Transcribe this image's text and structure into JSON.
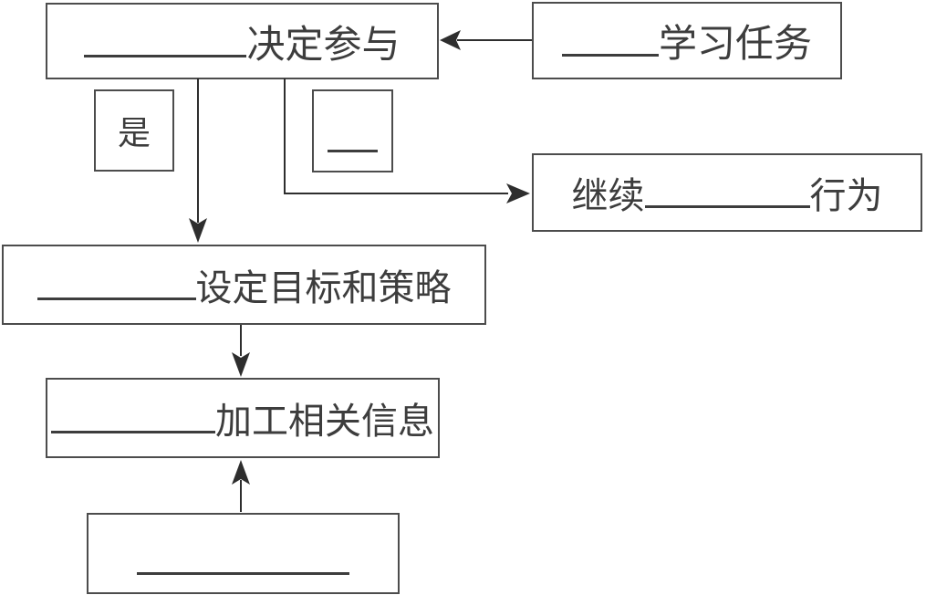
{
  "nodes": {
    "decide": {
      "label": "决定参与"
    },
    "task": {
      "label": "学习任务"
    },
    "yes": {
      "label": "是"
    },
    "branch": {
      "label": ""
    },
    "continue": {
      "prefix": "继续",
      "suffix": "行为"
    },
    "goals": {
      "label": "设定目标和策略"
    },
    "process": {
      "label": "加工相关信息"
    },
    "source": {
      "label": ""
    }
  },
  "colors": {
    "background": "#ffffff",
    "border": "#4c4c4c",
    "text": "#3d3d3d",
    "line": "#2e2e2e"
  }
}
